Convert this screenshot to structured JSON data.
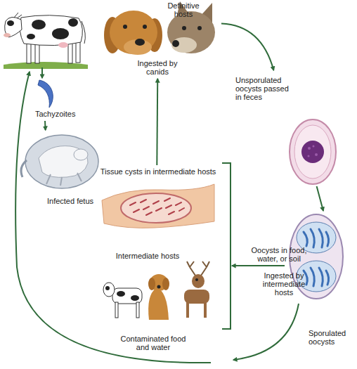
{
  "diagram": {
    "nodes": [
      {
        "text": [
          "Definitive hosts"
        ]
      },
      {
        "text": [
          "Unsporulated oocysts passed in feces"
        ]
      },
      {
        "text": [
          "Sporulated oocysts"
        ]
      },
      {
        "text": [
          "Tissue cysts in intermediate hosts"
        ]
      },
      {
        "text": [
          "Intermediate hosts"
        ]
      },
      {
        "text": [
          "Tachyzoites"
        ]
      },
      {
        "text": [
          "Infected fetus"
        ]
      }
    ],
    "edges": [
      {
        "from": 3,
        "to": 0,
        "arrow": "to",
        "label": "Ingested by canids"
      },
      {
        "from": 0,
        "to": 1,
        "arrow": "to"
      },
      {
        "from": 1,
        "to": 2,
        "arrow": "to"
      },
      {
        "from": 2,
        "to": 4,
        "arrow": "to",
        "label": "Oocysts in food, water, or soil"
      },
      {
        "from": 5,
        "to": 6,
        "arrow": "to"
      }
    ],
    "labels": [
      "Ingested by intermediate hosts",
      "Contaminated food and water"
    ]
  }
}
